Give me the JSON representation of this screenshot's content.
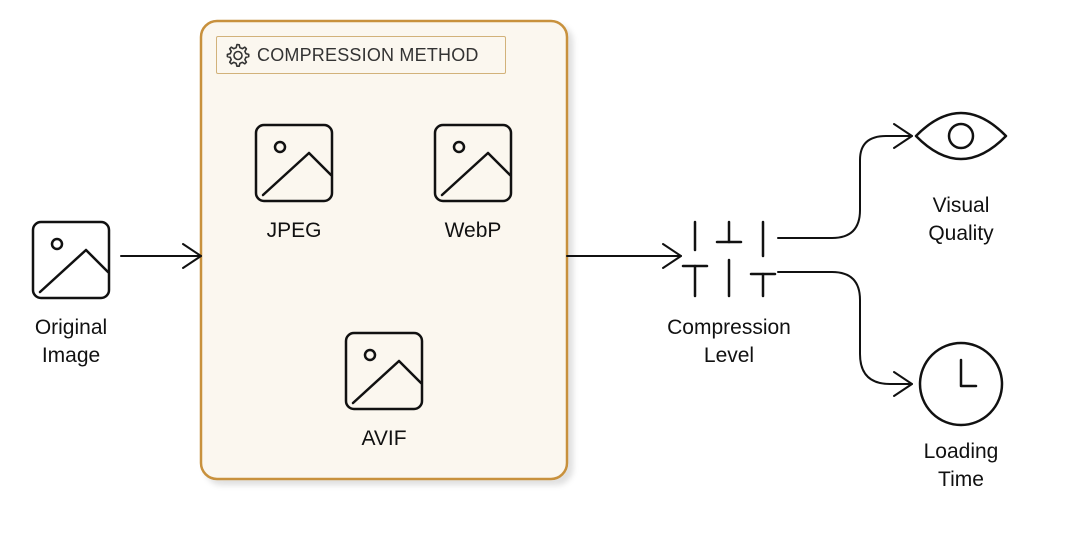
{
  "diagram": {
    "group": {
      "label": "COMPRESSION METHOD",
      "icon": "gear-icon",
      "fill": "#fbf7ef",
      "border": "#c8913e"
    },
    "nodes": {
      "original": {
        "line1": "Original",
        "line2": "Image",
        "icon": "image-icon"
      },
      "jpeg": {
        "label": "JPEG",
        "icon": "image-icon"
      },
      "webp": {
        "label": "WebP",
        "icon": "image-icon"
      },
      "avif": {
        "label": "AVIF",
        "icon": "image-icon"
      },
      "compression_level": {
        "line1": "Compression",
        "line2": "Level",
        "icon": "sliders-icon"
      },
      "visual_quality": {
        "line1": "Visual",
        "line2": "Quality",
        "icon": "eye-icon"
      },
      "loading_time": {
        "line1": "Loading",
        "line2": "Time",
        "icon": "clock-icon"
      }
    },
    "edges": [
      {
        "from": "original",
        "to": "group"
      },
      {
        "from": "group",
        "to": "compression_level"
      },
      {
        "from": "compression_level",
        "to": "visual_quality"
      },
      {
        "from": "compression_level",
        "to": "loading_time"
      }
    ]
  }
}
